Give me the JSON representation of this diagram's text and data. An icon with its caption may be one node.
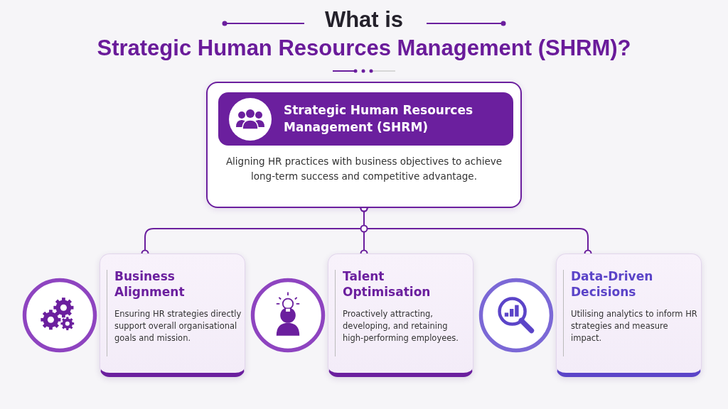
{
  "diagram": {
    "title": "What is Strategic Human Resources Management (SHRM)?",
    "nodes": [
      {
        "text": [
          "Aligning HR practices with business objectives to achieve long-term success and competitive advantage."
        ]
      },
      {
        "text": [
          "Strategic Human Resources Management (SHRM)"
        ],
        "in": 0
      },
      {
        "text": [
          "Business Alignment",
          "Ensuring HR strategies directly support overall organisational goals and mission."
        ]
      },
      {
        "text": [
          "Talent Optimisation",
          "Proactively attracting, developing, and retaining high-performing employees."
        ]
      },
      {
        "text": [
          "Data-Driven Decisions",
          "Utilising analytics to inform HR strategies and measure impact."
        ]
      }
    ],
    "edges": [
      {
        "from": 0,
        "to": 2,
        "arrow": "other"
      },
      {
        "from": 0,
        "to": 3,
        "arrow": "other"
      },
      {
        "from": 0,
        "to": 4,
        "arrow": "other"
      }
    ]
  }
}
